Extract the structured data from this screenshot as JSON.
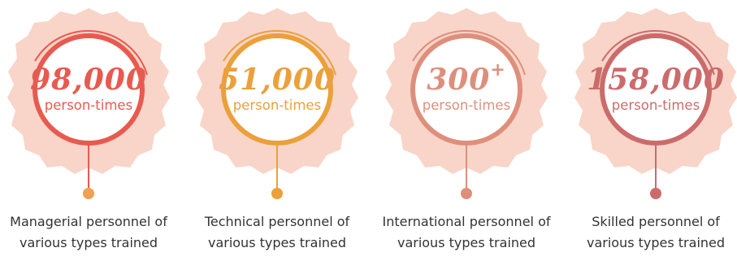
{
  "stats": [
    {
      "value": "98,000",
      "sup": "",
      "unit": "person-times",
      "label": "Managerial personnel of various types trained",
      "color": "#e85a4f"
    },
    {
      "value": "51,000",
      "sup": "",
      "unit": "person-times",
      "label": "Technical personnel of various types trained",
      "color": "#eba03a"
    },
    {
      "value": "300",
      "sup": "+",
      "unit": "person-times",
      "label": "International personnel of various types trained",
      "color": "#de8f7c"
    },
    {
      "value": "158,000",
      "sup": "",
      "unit": "person-times",
      "label": "Skilled personnel of various types trained",
      "color": "#cc6b6b"
    }
  ],
  "colors": {
    "brush": "#f8d5c8",
    "label_text": "#333333",
    "background": "#ffffff"
  }
}
